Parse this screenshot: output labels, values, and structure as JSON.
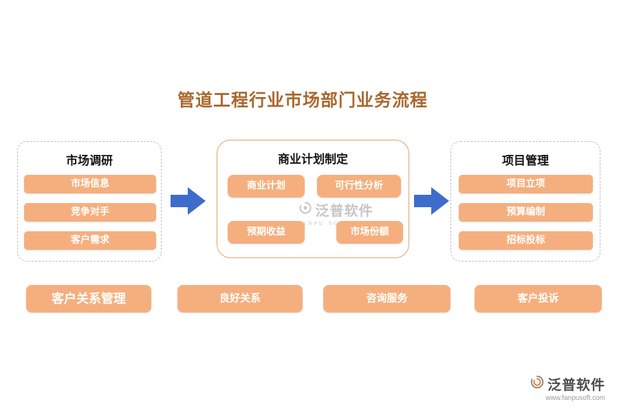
{
  "title": "管道工程行业市场部门业务流程",
  "stages": [
    {
      "header": "市场调研",
      "items": [
        "市场信息",
        "竞争对手",
        "客户需求"
      ]
    },
    {
      "header": "商业计划制定",
      "items": [
        "商业计划",
        "可行性分析",
        "预期收益",
        "市场份额"
      ]
    },
    {
      "header": "项目管理",
      "items": [
        "项目立项",
        "预算编制",
        "招标投标"
      ]
    }
  ],
  "bottom_items": [
    "客户关系管理",
    "良好关系",
    "咨询服务",
    "客户投诉"
  ],
  "watermark": {
    "name": "泛普软件",
    "subtitle": "FANPU SOFTWARE"
  },
  "logo": {
    "name": "泛普软件",
    "url": "www.fanpusoft.com"
  },
  "colors": {
    "title_text": "#a8682f",
    "node_fill": "#f5af7e",
    "node_text": "#ffffff",
    "arrow": "#3d6ccc",
    "solid_box_border": "#e3a064",
    "dashed_box_border": "#bcbcbc"
  }
}
